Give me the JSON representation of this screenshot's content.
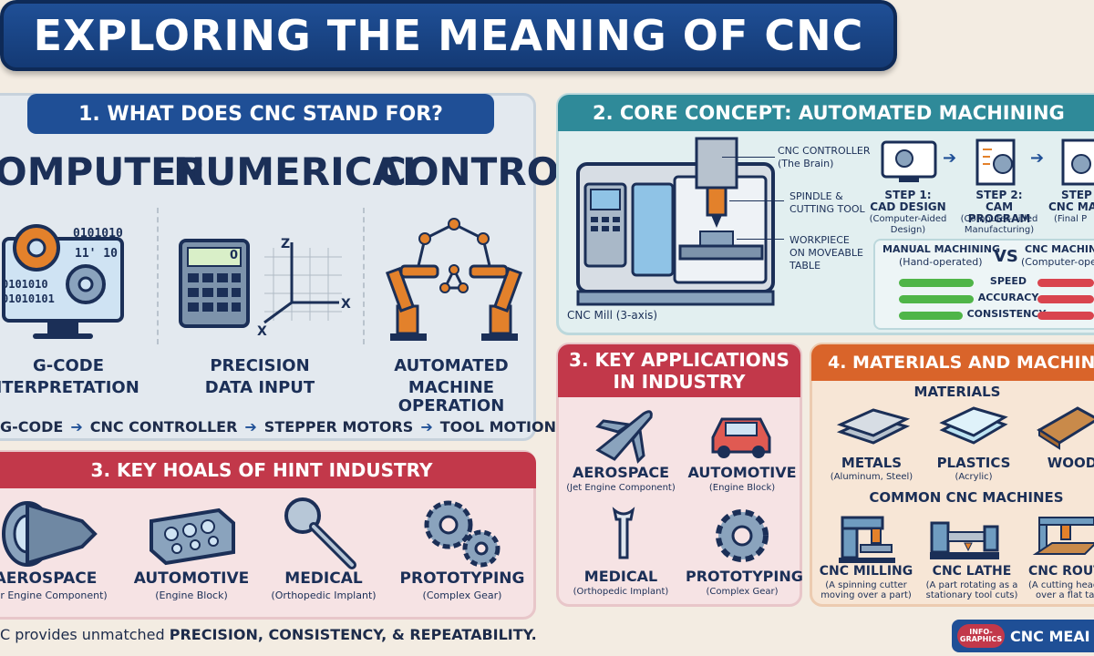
{
  "title": "EXPLORING THE MEANING OF CNC",
  "section1": {
    "heading": "1. WHAT DOES CNC STAND FOR?",
    "words": [
      "OMPUTER",
      "NUMERICAL",
      "CONTROL"
    ],
    "binary": [
      "0101010",
      "11' 10",
      "0101010",
      "01010101"
    ],
    "axis_z": "Z",
    "axis_x": "X",
    "axis_x2": "X",
    "calc_display": "0",
    "items": [
      {
        "line1": "G-CODE",
        "line2": "NTERPRETATION"
      },
      {
        "line1": "PRECISION",
        "line2": "DATA INPUT"
      },
      {
        "line1": "AUTOMATED",
        "line2": "MACHINE OPERATION"
      }
    ],
    "flow": [
      "G-CODE",
      "CNC CONTROLLER",
      "STEPPER MOTORS",
      "TOOL MOTION"
    ]
  },
  "section3a": {
    "heading": "3. KEY HOALS OF HINT INDUSTRY",
    "items": [
      {
        "label": "AEROSPACE",
        "sub": "r Engine Component)"
      },
      {
        "label": "AUTOMOTIVE",
        "sub": "(Engine Block)"
      },
      {
        "label": "MEDICAL",
        "sub": "(Orthopedic Implant)"
      },
      {
        "label": "PROTOTYPING",
        "sub": "(Complex Gear)"
      }
    ]
  },
  "section2": {
    "heading": "2. CORE CONCEPT: AUTOMATED MACHINING",
    "controller": "CNC CONTROLLER",
    "controller_sub": "(The Brain)",
    "spindle": "SPINDLE &",
    "spindle2": "CUTTING TOOL",
    "workpiece": "WORKPIECE",
    "workpiece2": "ON MOVEABLE",
    "workpiece3": "TABLE",
    "mill_caption": "CNC Mill (3-axis)",
    "steps": [
      {
        "title1": "STEP 1:",
        "title2": "CAD DESIGN",
        "sub1": "(Computer-Aided",
        "sub2": "Design)"
      },
      {
        "title1": "STEP 2:",
        "title2": "CAM PROGRAM",
        "sub1": "(Computer-Aided",
        "sub2": "Manufacturing)"
      },
      {
        "title1": "STEP",
        "title2": "CNC MACH",
        "sub1": "(Final P",
        "sub2": ""
      }
    ],
    "compare": {
      "left_title": "MANUAL MACHINING",
      "left_sub": "(Hand-operated)",
      "vs": "VS",
      "right_title": "CNC MACHINI",
      "right_sub": "(Computer-opera",
      "rows": [
        "SPEED",
        "ACCURACY",
        "CONSISTENCY"
      ]
    }
  },
  "section3b": {
    "heading1": "3. KEY APPLICATIONS",
    "heading2": "IN INDUSTRY",
    "items": [
      {
        "label": "AEROSPACE",
        "sub": "(Jet Engine Component)"
      },
      {
        "label": "AUTOMOTIVE",
        "sub": "(Engine Block)"
      },
      {
        "label": "MEDICAL",
        "sub": "(Orthopedic Implant)"
      },
      {
        "label": "PROTOTYPING",
        "sub": "(Complex Gear)"
      }
    ]
  },
  "section4": {
    "heading": "4. MATERIALS AND MACHIN",
    "materials_title": "MATERIALS",
    "materials": [
      {
        "label": "METALS",
        "sub": "(Aluminum, Steel)"
      },
      {
        "label": "PLASTICS",
        "sub": "(Acrylic)"
      },
      {
        "label": "WOOD",
        "sub": ""
      }
    ],
    "machines_title": "COMMON CNC MACHINES",
    "machines": [
      {
        "label": "CNC MILLING",
        "sub1": "(A spinning cutter",
        "sub2": "moving over a part)"
      },
      {
        "label": "CNC LATHE",
        "sub1": "(A part rotating as a",
        "sub2": "stationary tool cuts)"
      },
      {
        "label": "CNC ROUT",
        "sub1": "(A cutting head m",
        "sub2": "over a flat tab"
      }
    ]
  },
  "footer": {
    "prefix": "C provides unmatched ",
    "bold": "PRECISION, CONSISTENCY, & REPEATABILITY.",
    "badge_top": "INFO-",
    "badge_bottom": "GRAPHICS",
    "badge_text": "CNC MEAI"
  },
  "colors": {
    "navy": "#1f4f96",
    "teal": "#2f8a99",
    "red": "#c2384a",
    "orange": "#d9642a",
    "green": "#4fb548",
    "bar_red": "#d9444e"
  }
}
